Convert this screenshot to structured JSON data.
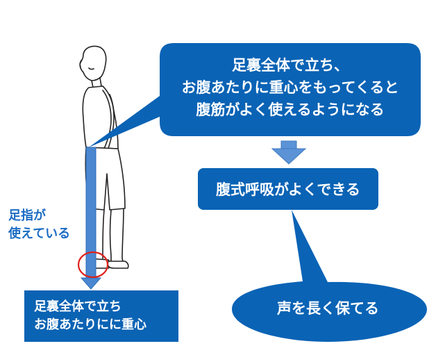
{
  "callout": {
    "line1": "足裏全体で立ち、",
    "line2": "お腹あたりに重心をもってくると",
    "line3": "腹筋がよく使えるようになる"
  },
  "middle_box": {
    "text": "腹式呼吸がよくできる"
  },
  "ellipse": {
    "text": "声を長く保てる"
  },
  "toe_label": {
    "line1": "足指が",
    "line2": "使えている"
  },
  "bottom_box": {
    "line1": "足裏全体で立ち",
    "line2": "お腹あたりにに重心"
  },
  "colors": {
    "primary_blue": "#0a63b5",
    "arrow_blue": "#4a87d0",
    "circle_red": "#e0201a",
    "label_blue": "#1c6cc4"
  }
}
